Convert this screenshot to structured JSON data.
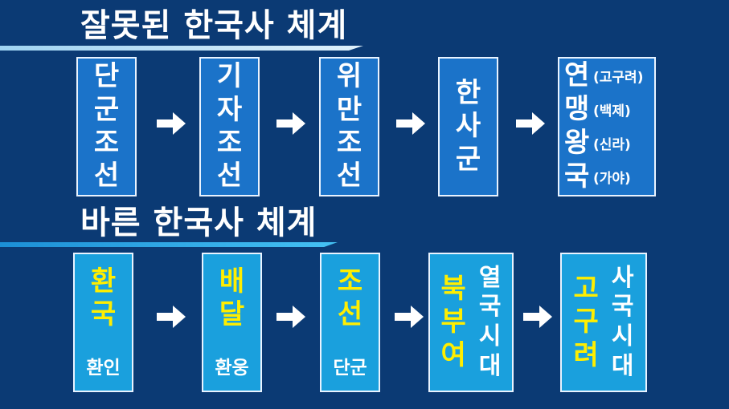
{
  "wrong": {
    "title": "잘못된 한국사 체계",
    "boxes": [
      {
        "text": "단\n군\n조\n선"
      },
      {
        "text": "기\n자\n조\n선"
      },
      {
        "text": "위\n만\n조\n선"
      },
      {
        "text": "한\n사\n군"
      }
    ],
    "kingdoms": [
      {
        "big": "연",
        "small": "(고구려)"
      },
      {
        "big": "맹",
        "small": "(백제)"
      },
      {
        "big": "왕",
        "small": "(신라)"
      },
      {
        "big": "국",
        "small": "(가야)"
      }
    ]
  },
  "right": {
    "title": "바른 한국사 체계",
    "boxes": [
      {
        "text": "환\n국",
        "sub": "환인"
      },
      {
        "text": "배\n달",
        "sub": "환웅"
      },
      {
        "text": "조\n선",
        "sub": "단군"
      }
    ],
    "buyeo": {
      "main": "북\n부\n여",
      "side": "열\n국\n시\n대"
    },
    "goguryeo": {
      "main": "고\n구\n려",
      "side": "사\n국\n시\n대"
    }
  },
  "colors": {
    "background": "#0b3a74",
    "top_box": "#1b73c9",
    "bottom_box": "#1aa0dd",
    "highlight": "#ffee00",
    "arrow": "#ffffff",
    "bar_top": "#9fd3f2",
    "bar_bottom": "#28a8e8"
  },
  "icons": {
    "arrow": "right-arrow-icon"
  }
}
